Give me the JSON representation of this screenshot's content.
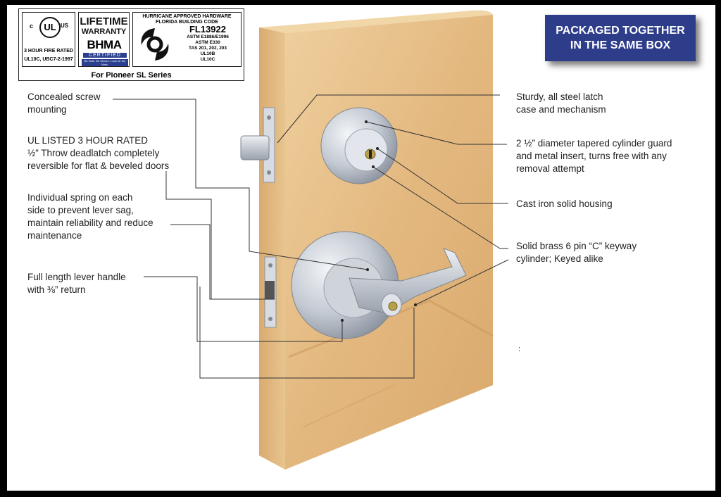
{
  "cert": {
    "ul_mark": "UL",
    "ul_c": "c",
    "ul_us": "US",
    "ul_fire": "3 HOUR FIRE RATED",
    "ul_code": "UL10C, UBC7-2-1997",
    "lifetime": "LIFETIME",
    "warranty": "WARRANTY",
    "bhma": "BHMA",
    "bhma_certified": "CERTIFIED",
    "bhma_tagline": "Be Safe. Be Secure. Look for the Mark.",
    "hurricane": "HURRICANE APPROVED HARDWARE",
    "florida": "FLORIDA BUILDING CODE",
    "fl_number": "FL13922",
    "astm1": "ASTM E1886/E1996",
    "astm2": "ASTM E330",
    "tas": "TAS 201, 202, 203",
    "ul10b": "UL10B",
    "ul10c": "UL10C",
    "footer": "For Pioneer SL Series"
  },
  "package": {
    "line1": "PACKAGED TOGETHER",
    "line2": "IN THE SAME BOX"
  },
  "labels": {
    "concealed_1": "Concealed screw",
    "concealed_2": "mounting",
    "ul_listed_1": "UL LISTED 3 HOUR RATED",
    "ul_listed_2": "½” Throw deadlatch completely",
    "ul_listed_3": "reversible for flat & beveled doors",
    "spring_1": "Individual spring on each",
    "spring_2": "side to prevent lever sag,",
    "spring_3": "maintain reliability and reduce",
    "spring_4": "maintenance",
    "lever_1": "Full length lever handle",
    "lever_2": "with ⅜” return",
    "sturdy_1": "Sturdy, all steel latch",
    "sturdy_2": "case and mechanism",
    "guard_1": "2 ½” diameter tapered cylinder guard",
    "guard_2": "and metal insert, turns free with any",
    "guard_3": "removal attempt",
    "cast_1": "Cast iron solid housing",
    "brass_1": "Solid brass 6 pin “C” keyway",
    "brass_2": "cylinder; Keyed alike",
    "stray": ":"
  },
  "colors": {
    "badge_blue": "#2e3d8a",
    "wood": "#e6c08a",
    "steel": "#c9ced6"
  }
}
